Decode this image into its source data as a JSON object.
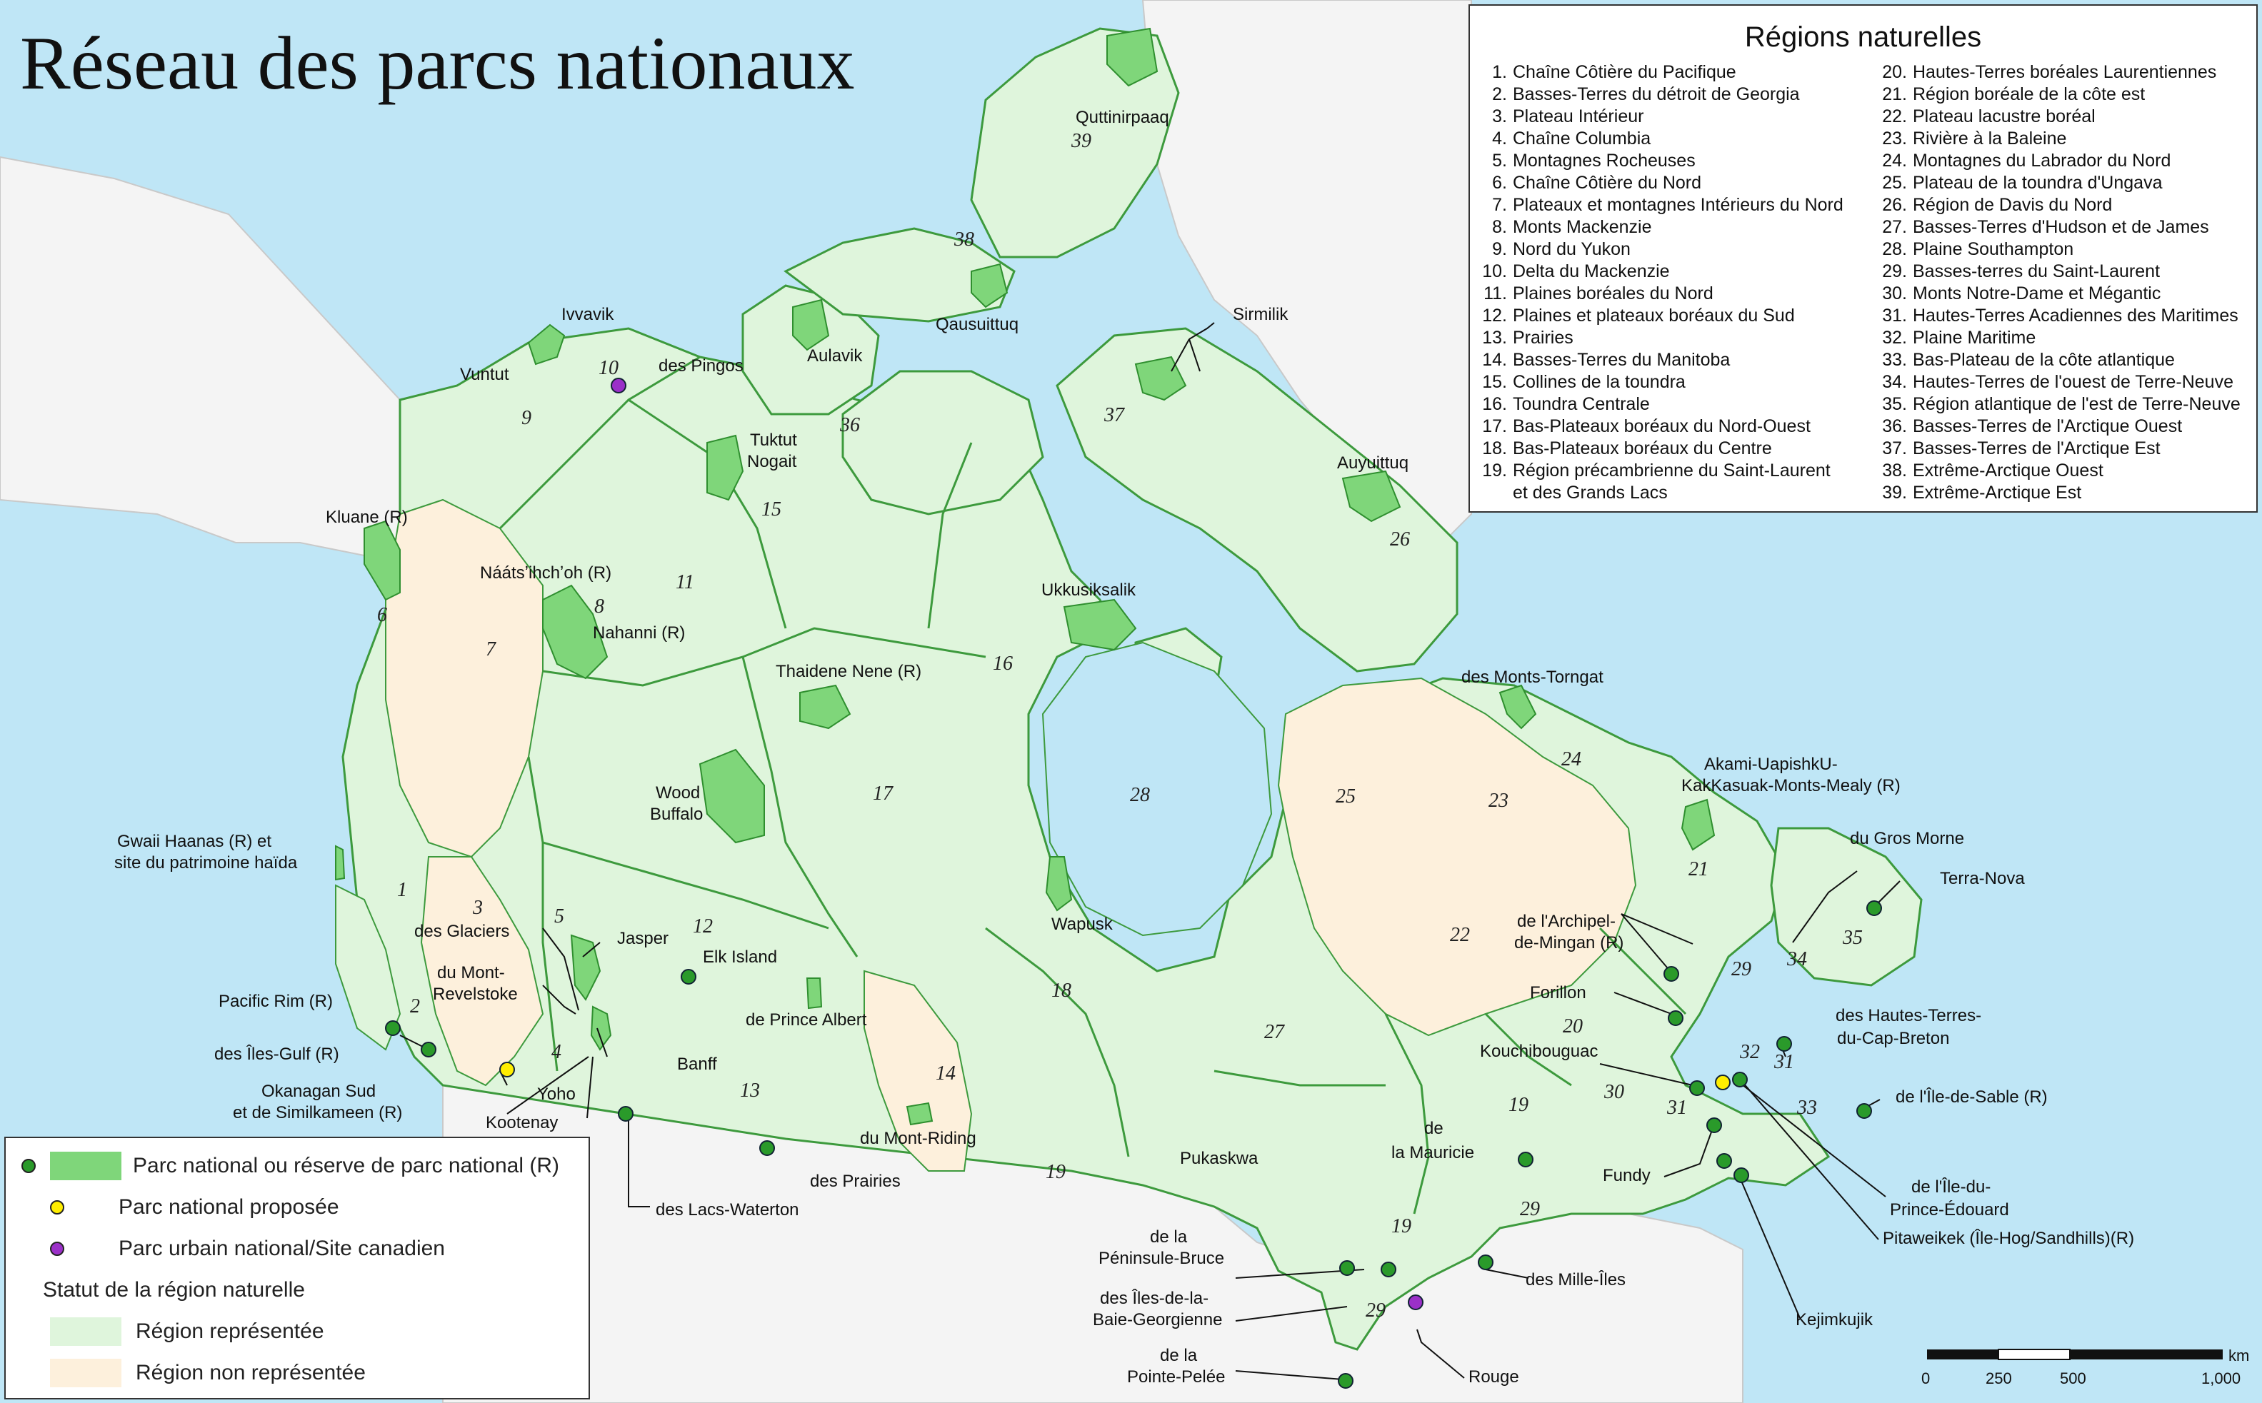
{
  "title": "Réseau des parcs nationaux",
  "colors": {
    "water": "#bfe6f6",
    "foreign_land": "#f4f4f4",
    "represented": "#dff5dc",
    "not_represented": "#fdf0dc",
    "park_fill": "#7fd67a",
    "park_dot": "#2a9a2a",
    "proposed_dot": "#ffee00",
    "urban_dot": "#9b30c8",
    "boundary": "#3d9a3d"
  },
  "regions_panel": {
    "title": "Régions naturelles",
    "col1": [
      {
        "n": "1.",
        "t": "Chaîne Côtière du Pacifique"
      },
      {
        "n": "2.",
        "t": "Basses-Terres du détroit de Georgia"
      },
      {
        "n": "3.",
        "t": "Plateau Intérieur"
      },
      {
        "n": "4.",
        "t": "Chaîne Columbia"
      },
      {
        "n": "5.",
        "t": "Montagnes Rocheuses"
      },
      {
        "n": "6.",
        "t": "Chaîne Côtière du Nord"
      },
      {
        "n": "7.",
        "t": "Plateaux et montagnes Intérieurs du Nord"
      },
      {
        "n": "8.",
        "t": "Monts Mackenzie"
      },
      {
        "n": "9.",
        "t": "Nord du Yukon"
      },
      {
        "n": "10.",
        "t": "Delta du Mackenzie"
      },
      {
        "n": "11.",
        "t": "Plaines boréales du Nord"
      },
      {
        "n": "12.",
        "t": "Plaines et plateaux boréaux du Sud"
      },
      {
        "n": "13.",
        "t": "Prairies"
      },
      {
        "n": "14.",
        "t": "Basses-Terres du Manitoba"
      },
      {
        "n": "15.",
        "t": "Collines de la toundra"
      },
      {
        "n": "16.",
        "t": "Toundra Centrale"
      },
      {
        "n": "17.",
        "t": "Bas-Plateaux boréaux du Nord-Ouest"
      },
      {
        "n": "18.",
        "t": "Bas-Plateaux boréaux du Centre"
      },
      {
        "n": "19.",
        "t": "Région précambrienne du Saint-Laurent"
      },
      {
        "n": "",
        "t": "et des Grands Lacs"
      }
    ],
    "col2": [
      {
        "n": "20.",
        "t": "Hautes-Terres boréales Laurentiennes"
      },
      {
        "n": "21.",
        "t": "Région boréale de la côte est"
      },
      {
        "n": "22.",
        "t": "Plateau lacustre boréal"
      },
      {
        "n": "23.",
        "t": "Rivière à la Baleine"
      },
      {
        "n": "24.",
        "t": "Montagnes du Labrador du Nord"
      },
      {
        "n": "25.",
        "t": "Plateau de la toundra d'Ungava"
      },
      {
        "n": "26.",
        "t": "Région de Davis du Nord"
      },
      {
        "n": "27.",
        "t": "Basses-Terres d'Hudson et de James"
      },
      {
        "n": "28.",
        "t": "Plaine Southampton"
      },
      {
        "n": "29.",
        "t": "Basses-terres du Saint-Laurent"
      },
      {
        "n": "30.",
        "t": "Monts Notre-Dame et Mégantic"
      },
      {
        "n": "31.",
        "t": "Hautes-Terres Acadiennes des Maritimes"
      },
      {
        "n": "32.",
        "t": "Plaine Maritime"
      },
      {
        "n": "33.",
        "t": "Bas-Plateau de la côte atlantique"
      },
      {
        "n": "34.",
        "t": "Hautes-Terres de l'ouest de Terre-Neuve"
      },
      {
        "n": "35.",
        "t": "Région atlantique de l'est de Terre-Neuve"
      },
      {
        "n": "36.",
        "t": "Basses-Terres de l'Arctique Ouest"
      },
      {
        "n": "37.",
        "t": "Basses-Terres de l'Arctique Est"
      },
      {
        "n": "38.",
        "t": "Extrême-Arctique Ouest"
      },
      {
        "n": "39.",
        "t": "Extrême-Arctique Est"
      }
    ]
  },
  "legend": {
    "park": "Parc national ou réserve de parc national (R)",
    "proposed": "Parc national proposée",
    "urban": "Parc urbain national/Site canadien",
    "status_title": "Statut de la région naturelle",
    "represented": "Région représentée",
    "not_represented": "Région non représentée"
  },
  "region_numbers": [
    "1",
    "2",
    "3",
    "4",
    "5",
    "6",
    "7",
    "8",
    "9",
    "10",
    "11",
    "12",
    "13",
    "14",
    "15",
    "16",
    "17",
    "18",
    "19",
    "19",
    "19",
    "20",
    "21",
    "22",
    "23",
    "24",
    "25",
    "26",
    "27",
    "28",
    "29",
    "29",
    "29",
    "30",
    "31",
    "31",
    "32",
    "33",
    "34",
    "35",
    "36",
    "37",
    "38",
    "39"
  ],
  "parks": {
    "ivvavik": "Ivvavik",
    "vuntut": "Vuntut",
    "pingos": "des Pingos",
    "aulavik": "Aulavik",
    "qausuittuq": "Qausuittuq",
    "quttinirpaaq": "Quttinirpaaq",
    "sirmilik": "Sirmilik",
    "tuktut1": "Tuktut",
    "tuktut2": "Nogait",
    "kluane": "Kluane (R)",
    "naats": "Náátsʼihchʼoh (R)",
    "nahanni": "Nahanni (R)",
    "auyuittuq": "Auyuittuq",
    "ukkusiksalik": "Ukkusiksalik",
    "thaidene": "Thaidene Nene (R)",
    "torngat": "des Monts-Torngat",
    "akami1": "Akami-UapishkU-",
    "akami2": "KakKasuak-Monts-Mealy (R)",
    "wood1": "Wood",
    "wood2": "Buffalo",
    "gwaii1": "Gwaii Haanas (R) et",
    "gwaii2": "site du patrimoine haïda",
    "glaciers": "des Glaciers",
    "jasper": "Jasper",
    "elk": "Elk Island",
    "revelstoke1": "du Mont-",
    "revelstoke2": "Revelstoke",
    "pacific": "Pacific Rim (R)",
    "gulf": "des Îles-Gulf (R)",
    "okanagan1": "Okanagan Sud",
    "okanagan2": "et de Similkameen (R)",
    "yoho": "Yoho",
    "kootenay": "Kootenay",
    "banff": "Banff",
    "waterton": "des Lacs-Waterton",
    "prairies": "des Prairies",
    "albert": "de Prince Albert",
    "riding": "du Mont-Riding",
    "wapusk": "Wapusk",
    "pukaskwa": "Pukaskwa",
    "bruce1": "de la",
    "bruce2": "Péninsule-Bruce",
    "georgian1": "des Îles-de-la-",
    "georgian2": "Baie-Georgienne",
    "pelee1": "de la",
    "pelee2": "Pointe-Pelée",
    "rouge": "Rouge",
    "milleiles": "des Mille-Îles",
    "mauricie1": "de",
    "mauricie2": "la Mauricie",
    "kouchi": "Kouchibouguac",
    "forillon": "Forillon",
    "mingan1": "de l'Archipel-",
    "mingan2": "de-Mingan (R)",
    "grosmorne": "du Gros Morne",
    "terranova": "Terra-Nova",
    "capbreton1": "des Hautes-Terres-",
    "capbreton2": "du-Cap-Breton",
    "sable": "de l'Île-de-Sable (R)",
    "pei1": "de l'Île-du-",
    "pei2": "Prince-Édouard",
    "pitaweikek": "Pitaweikek (Île-Hog/Sandhills)(R)",
    "fundy": "Fundy",
    "kejimkujik": "Kejimkujik"
  },
  "scale": {
    "unit": "km",
    "ticks": [
      "0",
      "250",
      "500",
      "1,000"
    ]
  }
}
